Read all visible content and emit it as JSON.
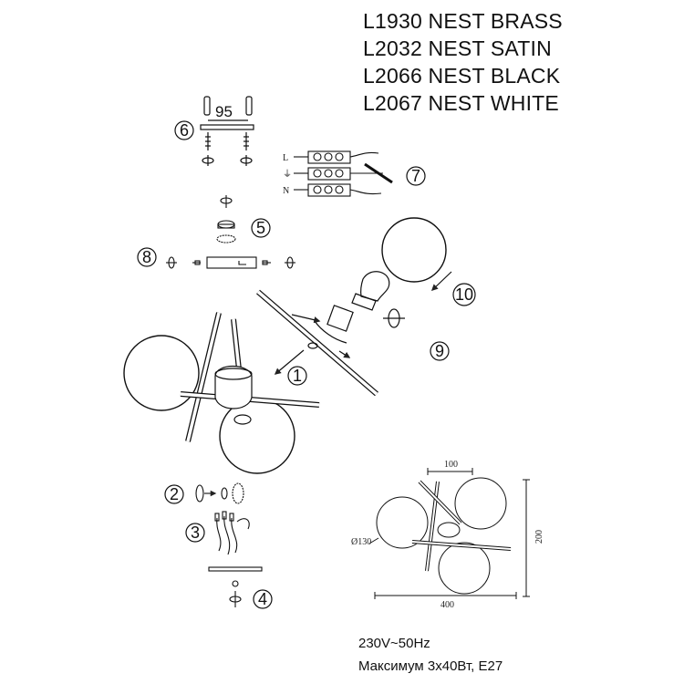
{
  "models": [
    "L1930 NEST BRASS",
    "L2032 NEST SATIN",
    "L2066 NEST BLACK",
    "L2067 NEST WHITE"
  ],
  "specs": {
    "voltage": "230V~50Hz",
    "power": "Максимум 3х40Вт, E27"
  },
  "callouts": [
    "1",
    "2",
    "3",
    "4",
    "5",
    "6",
    "7",
    "8",
    "9",
    "10"
  ],
  "dimensions": {
    "bracket": "95",
    "arm": "100",
    "globe": "Ø130",
    "height": "200",
    "width": "400"
  },
  "wire_labels": [
    "L",
    "⏚",
    "N"
  ]
}
